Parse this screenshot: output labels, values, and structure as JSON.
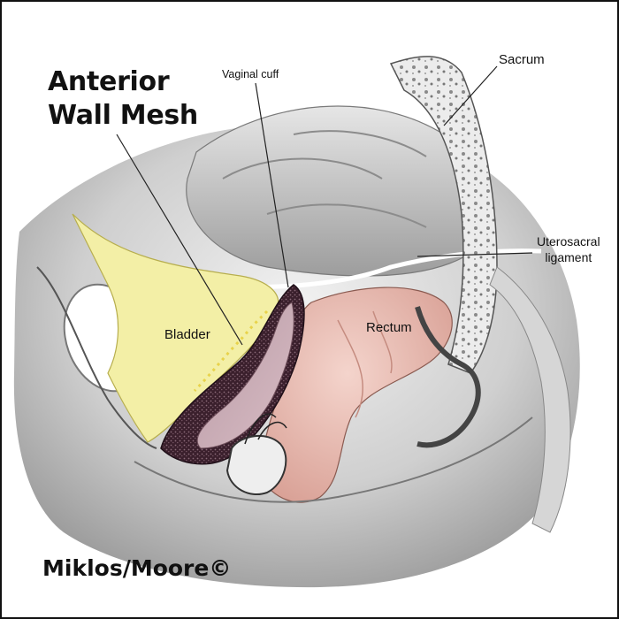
{
  "labels": {
    "title_line1": "Anterior",
    "title_line2": "Wall Mesh",
    "vaginal_cuff": "Vaginal cuff",
    "sacrum": "Sacrum",
    "uterosacral_line1": "Uterosacral",
    "uterosacral_line2": "ligament",
    "bladder": "Bladder",
    "rectum": "Rectum",
    "copyright": "Miklos/Moore©"
  },
  "colors": {
    "bladder_yellow": "#f3efa6",
    "mesh_dark": "#4a2a3a",
    "vagina_pink": "#c9a9b3",
    "rectum_pink": "#e7b9ae",
    "sacrum_bone": "#e9e9e9",
    "tissue_gray": "#c9c9c9"
  }
}
